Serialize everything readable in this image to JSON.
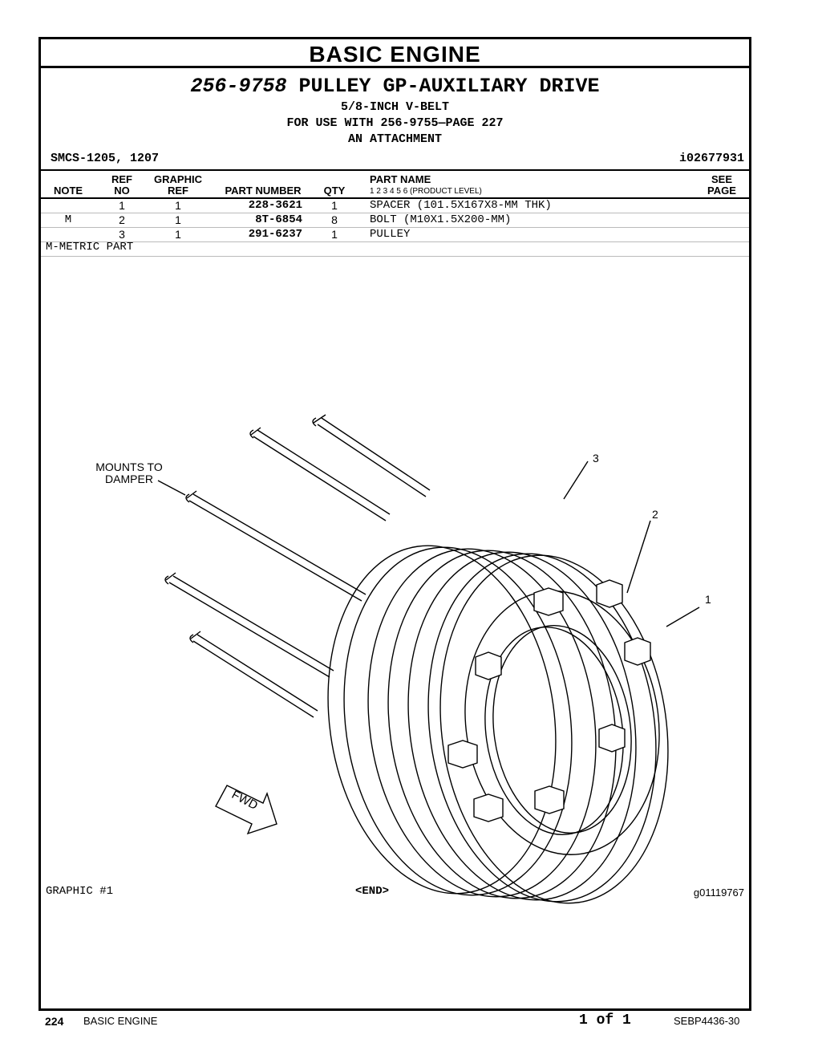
{
  "section_title": "BASIC  ENGINE",
  "group": {
    "number": "256-9758",
    "name": "PULLEY GP-AUXILIARY DRIVE",
    "lines": [
      "5/8-INCH V-BELT",
      "FOR USE WITH 256-9755—PAGE 227",
      "AN ATTACHMENT"
    ]
  },
  "smcs": "SMCS-1205, 1207",
  "illustration_id": "i02677931",
  "table": {
    "headers": {
      "note": "NOTE",
      "ref_no": [
        "REF",
        "NO"
      ],
      "graphic_ref": [
        "GRAPHIC",
        "REF"
      ],
      "part_number": "PART NUMBER",
      "qty": "QTY",
      "part_name": "PART NAME",
      "levels": "1    2    3    4    5    6   (PRODUCT LEVEL)",
      "see_page": [
        "SEE",
        "PAGE"
      ]
    },
    "rows": [
      {
        "note": "",
        "ref": "1",
        "graphic": "1",
        "part": "228-3621",
        "qty": "1",
        "name": "SPACER (101.5X167X8-MM THK)"
      },
      {
        "note": "M",
        "ref": "2",
        "graphic": "1",
        "part": "8T-6854",
        "qty": "8",
        "name": "BOLT (M10X1.5X200-MM)"
      },
      {
        "note": "",
        "ref": "3",
        "graphic": "1",
        "part": "291-6237",
        "qty": "1",
        "name": "PULLEY"
      }
    ],
    "footnote": "M-METRIC PART"
  },
  "graphic": {
    "mount_label_1": "MOUNTS TO",
    "mount_label_2": "DAMPER",
    "callouts": [
      "1",
      "2",
      "3"
    ],
    "fwd": "FWD",
    "caption_left": "GRAPHIC #1",
    "caption_center": "<END>",
    "caption_right": "g01119767"
  },
  "footer": {
    "page_number": "224",
    "section": "BASIC ENGINE",
    "page_of": "1 of 1",
    "doc_id": "SEBP4436-30"
  }
}
